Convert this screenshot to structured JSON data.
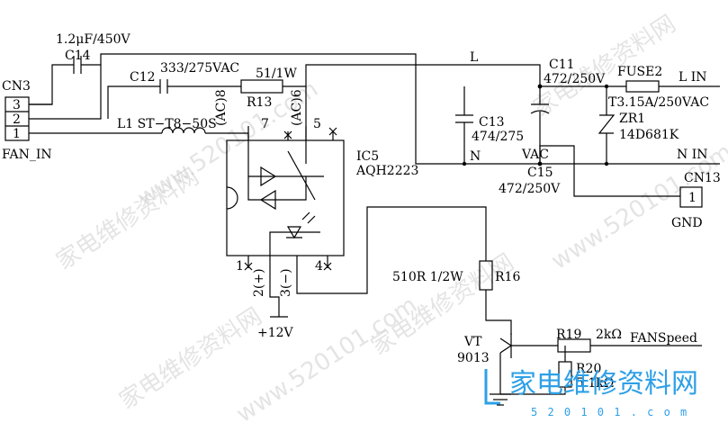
{
  "labels": {
    "cn3": "CN3",
    "pin3": "3",
    "pin2": "2",
    "pin1": "1",
    "fan_in": "FAN_IN",
    "c14_value": "1.2μF/450V",
    "c14": "C14",
    "c12": "C12",
    "c12_value": "333/275VAC",
    "r13_value": "51/1W",
    "r13": "R13",
    "l_line": "L",
    "c11": "C11",
    "c11_value": "472/250V",
    "fuse2": "FUSE2",
    "l_in": "L IN",
    "fuse_value": "T3.15A/250VAC",
    "zr1": "ZR1",
    "zr1_value": "14D681K",
    "c13": "C13",
    "c13_value": "474/275",
    "vac": "VAC",
    "n_line": "N",
    "n_in": "N IN",
    "c15": "C15",
    "c15_value": "472/250V",
    "cn13": "CN13",
    "cn13_pin": "1",
    "gnd": "GND",
    "l1": "L1 ST−T8−50S",
    "pin_ac8": "(AC)8",
    "pin_ac6": "(AC)6",
    "pin7": "7",
    "pin5": "5",
    "ic5": "IC5",
    "ic5_part": "AQH2223",
    "pin1_ic": "1",
    "pin2_ic": "2(+)",
    "pin3_ic": "3(−)",
    "pin4_ic": "4",
    "v12": "+12V",
    "r16_value": "510R  1/2W",
    "r16": "R16",
    "vt": "VT",
    "vt_part": "9013",
    "r19": "R19",
    "r19_value": "2kΩ",
    "fanspeed": "FANSpeed",
    "r20": "R20",
    "r20_value": "5.1kΩ"
  },
  "watermark": {
    "text_cn": "家电维修资料网",
    "text_url": "www.520101.com",
    "brand_cn": "家电维修资料网",
    "brand_url": "5 2 0 1 0 1 . c o m",
    "color": "#2ea0e6"
  }
}
